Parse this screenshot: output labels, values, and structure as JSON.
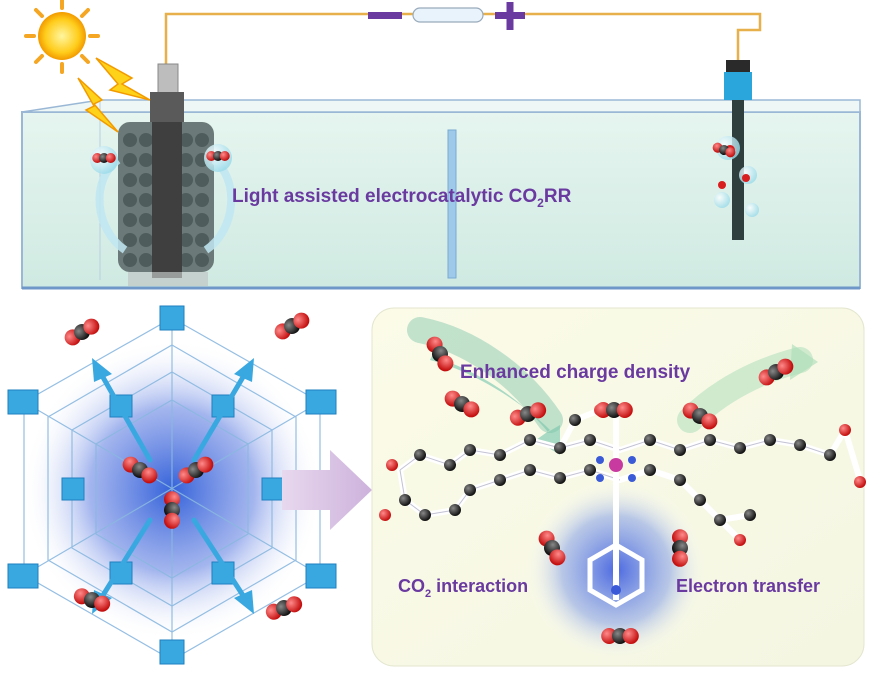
{
  "labels": {
    "main_prefix": "Light assisted electrocatalytic CO",
    "main_sub": "2",
    "main_suffix": "RR",
    "enhanced": "Enhanced charge density",
    "interaction_prefix": "CO",
    "interaction_sub": "2",
    "interaction_suffix": " interaction",
    "electron": "Electron transfer",
    "minus": "−",
    "plus": "+"
  },
  "colors": {
    "label": "#6a3aa0",
    "wire": "#e8b04a",
    "water": "#d6efe8",
    "sun": "#ffcc1a",
    "framework": "#3aa8e0",
    "oxygen": "#d81e1e",
    "carbon": "#222222"
  },
  "icons": [
    "sun-icon",
    "lightning-icon",
    "minus-icon",
    "plus-icon",
    "co2-molecule-icon",
    "arrow-icon"
  ]
}
